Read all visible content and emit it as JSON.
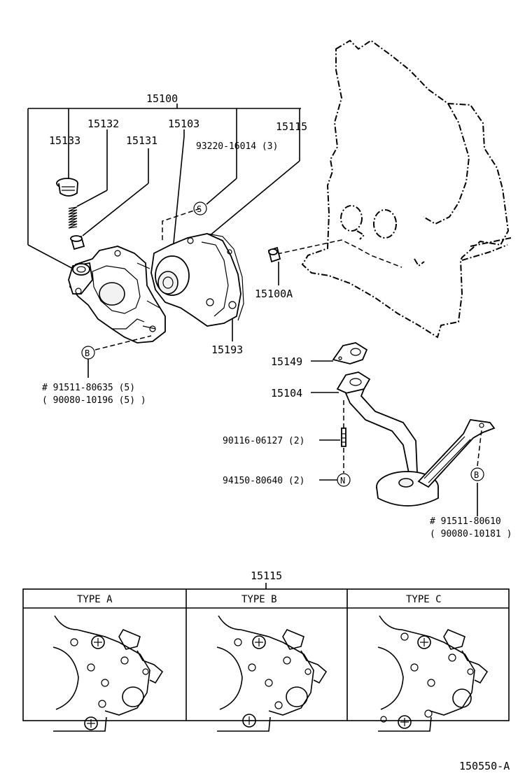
{
  "assembly": {
    "main_part": "15100",
    "sub_parts": [
      "15132",
      "15103",
      "15115",
      "15133",
      "15131"
    ],
    "bolt_spec": "93220-16014 (3)"
  },
  "callouts": {
    "pump_plug": "15100A",
    "gasket_pump": "15193",
    "gasket_strainer": "15149",
    "strainer": "15104",
    "stud": "90116-06127 (2)",
    "nut": "94150-80640 (2)",
    "bolt_b1_line1": "# 91511-80635 (5)",
    "bolt_b1_line2": "( 90080-10196 (5) )",
    "bolt_b2_line1": "# 91511-80610",
    "bolt_b2_line2": "( 90080-10181 )"
  },
  "symbols": {
    "s": "S",
    "b": "B",
    "n": "N"
  },
  "types_table": {
    "title": "15115",
    "headers": [
      "TYPE  A",
      "TYPE  B",
      "TYPE  C"
    ]
  },
  "footer": {
    "code": "150550-A"
  }
}
